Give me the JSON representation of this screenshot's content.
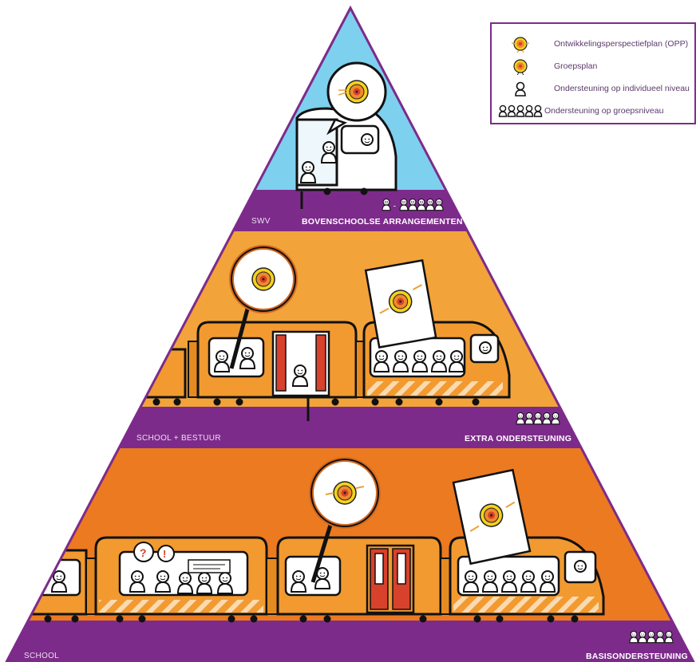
{
  "legend": {
    "items": [
      {
        "label": "Ontwikkelingsperspectiefplan (OPP)",
        "icon": "target-with-arrows-icon"
      },
      {
        "label": "Groepsplan",
        "icon": "target-icon"
      },
      {
        "label": "Ondersteuning op individueel niveau",
        "icon": "single-person-icon"
      },
      {
        "label": "Ondersteuning op groepsniveau",
        "icon": "group-of-people-icon"
      }
    ]
  },
  "tiers": [
    {
      "left_label": "SWV",
      "right_label": "BOVENSCHOOLSE ARRANGEMENTEN",
      "band_icons": "1 - 5 people",
      "color": "#7dd0ee",
      "band_color": "#7d2b8b"
    },
    {
      "left_label": "SCHOOL + BESTUUR",
      "right_label": "EXTRA ONDERSTEUNING",
      "band_icons": "5 people",
      "color": "#f2a33a",
      "band_color": "#7d2b8b"
    },
    {
      "left_label": "SCHOOL",
      "right_label": "BASISONDERSTEUNING",
      "band_icons": "5 people",
      "color": "#ec7a20",
      "band_color": "#7d2b8b"
    }
  ],
  "colors": {
    "purple": "#7d2b8b",
    "sky": "#7dd0ee",
    "light_orange": "#f2a33a",
    "dark_orange": "#ec7a20",
    "target_yellow": "#f5d21c",
    "target_red": "#d8412c"
  }
}
